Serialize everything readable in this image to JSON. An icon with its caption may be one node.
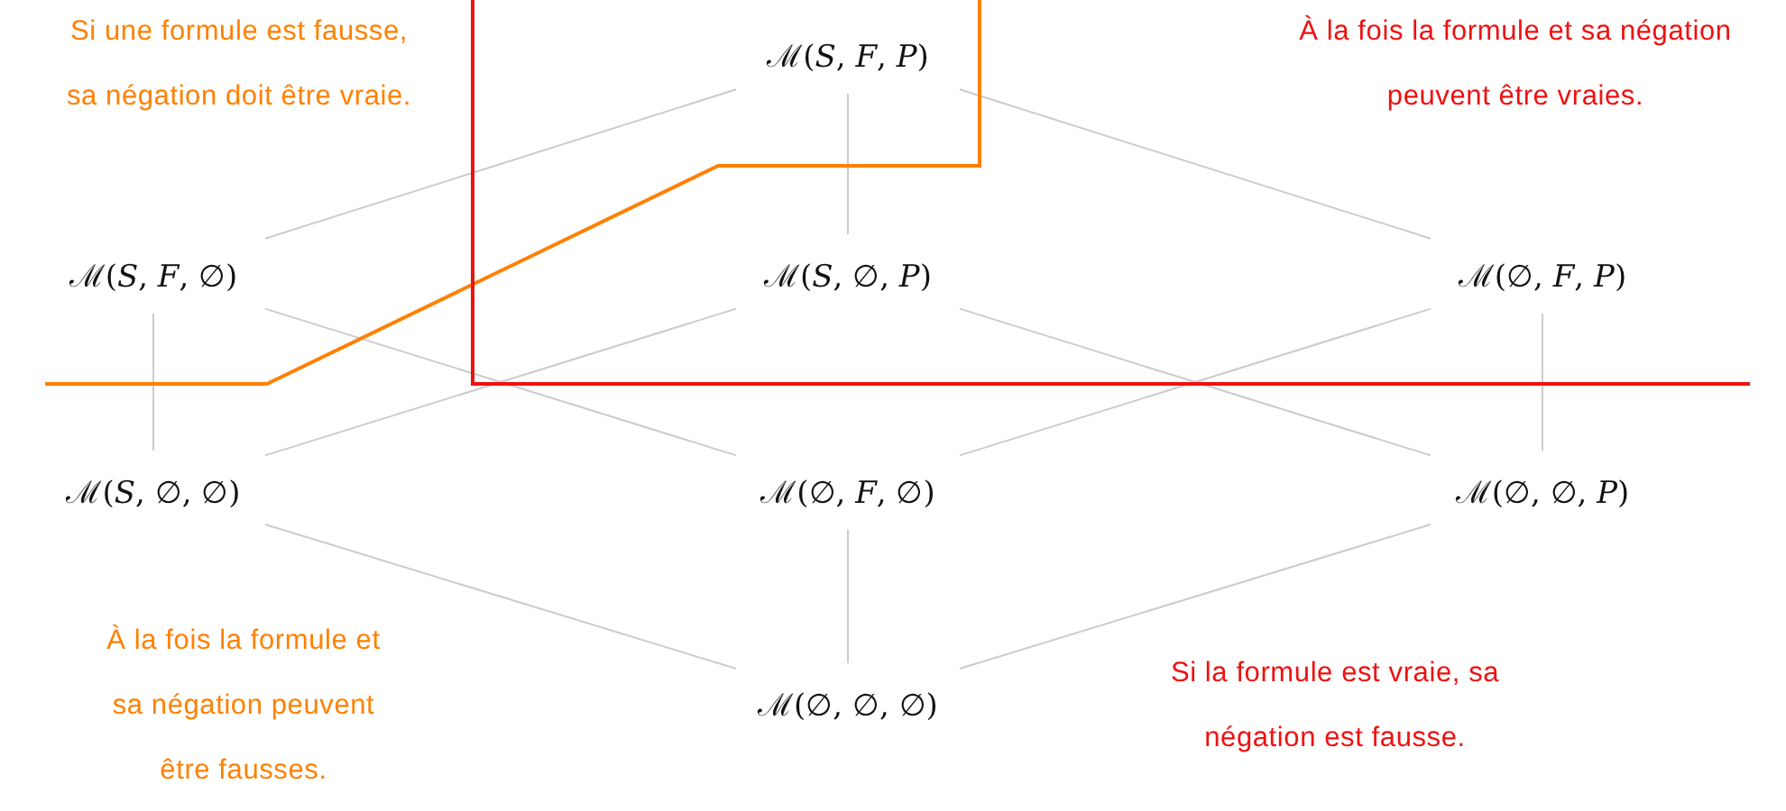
{
  "diagram": {
    "nodes": [
      {
        "text": [
          "ℳ(*S*, *F*, *P*)"
        ]
      },
      {
        "text": [
          "ℳ(*S*, *F*, ∅)"
        ]
      },
      {
        "text": [
          "ℳ(*S*, ∅, *P*)"
        ]
      },
      {
        "text": [
          "ℳ(∅, *F*, *P*)"
        ]
      },
      {
        "text": [
          "ℳ(*S*, ∅, ∅)"
        ]
      },
      {
        "text": [
          "ℳ(∅, *F*, ∅)"
        ]
      },
      {
        "text": [
          "ℳ(∅, ∅, *P*)"
        ]
      },
      {
        "text": [
          "ℳ(∅, ∅, ∅)"
        ]
      }
    ],
    "edges": [
      {
        "from": 0,
        "to": 1,
        "arrow": "none"
      },
      {
        "from": 0,
        "to": 2,
        "arrow": "none"
      },
      {
        "from": 0,
        "to": 3,
        "arrow": "none"
      },
      {
        "from": 1,
        "to": 4,
        "arrow": "none"
      },
      {
        "from": 1,
        "to": 5,
        "arrow": "none"
      },
      {
        "from": 2,
        "to": 4,
        "arrow": "none"
      },
      {
        "from": 2,
        "to": 6,
        "arrow": "none"
      },
      {
        "from": 3,
        "to": 5,
        "arrow": "none"
      },
      {
        "from": 3,
        "to": 6,
        "arrow": "none"
      },
      {
        "from": 4,
        "to": 7,
        "arrow": "none"
      },
      {
        "from": 5,
        "to": 7,
        "arrow": "none"
      },
      {
        "from": 6,
        "to": 7,
        "arrow": "none"
      }
    ],
    "labels": [
      "Si une formule est fausse, sa négation doit être vraie.",
      "À la fois la formule et sa négation peuvent être vraies.",
      "À la fois la formule et sa négation peuvent être fausses.",
      "Si la formule est vraie, sa négation est fausse."
    ]
  }
}
